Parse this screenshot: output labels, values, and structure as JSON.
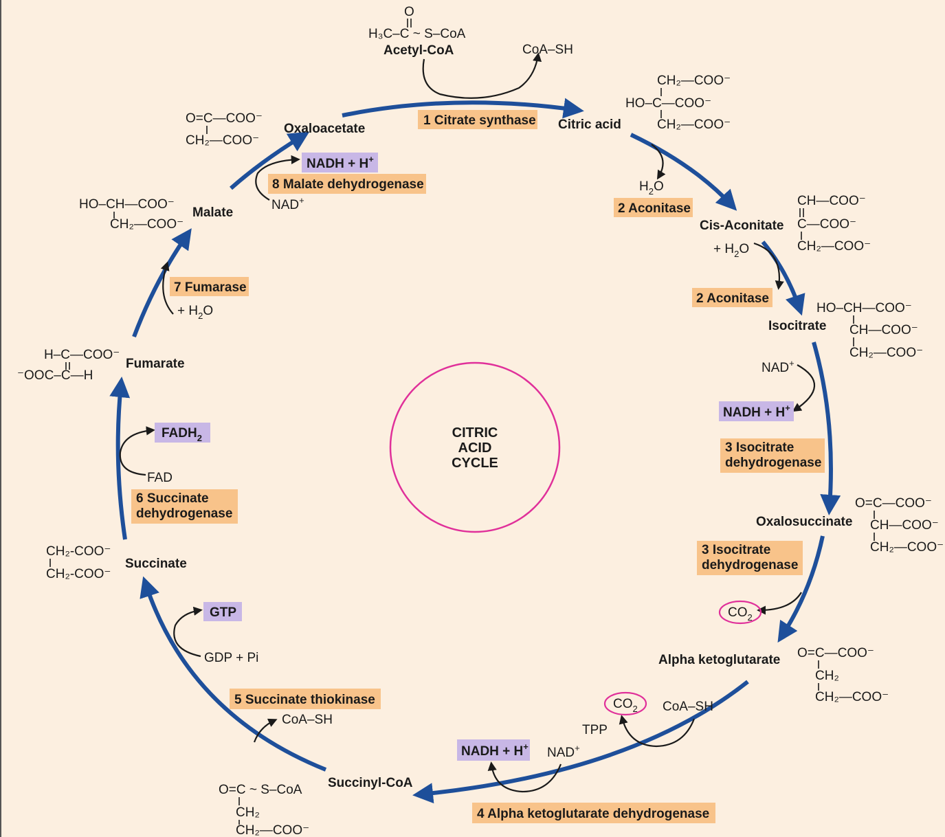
{
  "colors": {
    "background": "#fcefe0",
    "cycle_arrow": "#1e4f9a",
    "enzyme_box": "#f8c38a",
    "cofactor_box": "#c8b7e6",
    "circle": "#e0309a"
  },
  "center": {
    "line1": "CITRIC",
    "line2": "ACID",
    "line3": "CYCLE"
  },
  "metabolites": {
    "acetyl_coa": "Acetyl-CoA",
    "citric_acid": "Citric acid",
    "cis_aconitate": "Cis-Aconitate",
    "isocitrate": "Isocitrate",
    "oxalosuccinate": "Oxalosuccinate",
    "alpha_ketoglutarate": "Alpha ketoglutarate",
    "succinyl_coa": "Succinyl-CoA",
    "succinate": "Succinate",
    "fumarate": "Fumarate",
    "malate": "Malate",
    "oxaloacetate": "Oxaloacetate"
  },
  "enzymes": {
    "e1": "1 Citrate synthase",
    "e2a": "2 Aconitase",
    "e2b": "2 Aconitase",
    "e3a_l1": "3 Isocitrate",
    "e3a_l2": "dehydrogenase",
    "e3b_l1": "3 Isocitrate",
    "e3b_l2": "dehydrogenase",
    "e4": "4 Alpha ketoglutarate dehydrogenase",
    "e5": "5 Succinate thiokinase",
    "e6_l1": "6 Succinate",
    "e6_l2": "dehydrogenase",
    "e7": "7 Fumarase",
    "e8": "8 Malate dehydrogenase"
  },
  "cofactors": {
    "nadh": "NADH + H",
    "nadh_sup": "+",
    "nad": "NAD",
    "nad_sup": "+",
    "fadh2": "FADH",
    "fadh2_sub": "2",
    "fad": "FAD",
    "gtp": "GTP",
    "gdp": "GDP + Pi",
    "coash": "CoA–SH",
    "co2": "CO",
    "co2_sub": "2",
    "tpp": "TPP",
    "h2o": "H",
    "h2o_sub": "2",
    "h2o_o": "O",
    "plus_h2o": "+ H"
  },
  "structures": {
    "acetyl_coa": {
      "o": "O",
      "line": "H₃C–C ~ S–CoA"
    },
    "citric_acid": {
      "l1": "CH₂—COO⁻",
      "l2": "HO–C—COO⁻",
      "l3": "CH₂—COO⁻"
    },
    "cis_aconitate": {
      "l1": "CH—COO⁻",
      "l2": "C—COO⁻",
      "l3": "CH₂—COO⁻"
    },
    "isocitrate": {
      "l1": "HO–CH—COO⁻",
      "l2": "CH—COO⁻",
      "l3": "CH₂—COO⁻"
    },
    "oxalosuccinate": {
      "l1": "O=C—COO⁻",
      "l2": "CH—COO⁻",
      "l3": "CH₂—COO⁻"
    },
    "alpha_ketoglutarate": {
      "l1": "O=C—COO⁻",
      "l2": "CH₂",
      "l3": "CH₂—COO⁻"
    },
    "succinyl_coa": {
      "l1": "O=C ~ S–CoA",
      "l2": "CH₂",
      "l3": "CH₂—COO⁻"
    },
    "succinate": {
      "l1": "CH₂-COO⁻",
      "l2": "CH₂-COO⁻"
    },
    "fumarate": {
      "l1": "H–C—COO⁻",
      "l2": "⁻OOC–C—H"
    },
    "malate": {
      "l1": "HO–CH—COO⁻",
      "l2": "CH₂—COO⁻"
    },
    "oxaloacetate": {
      "l1": "O=C—COO⁻",
      "l2": "CH₂—COO⁻"
    }
  }
}
